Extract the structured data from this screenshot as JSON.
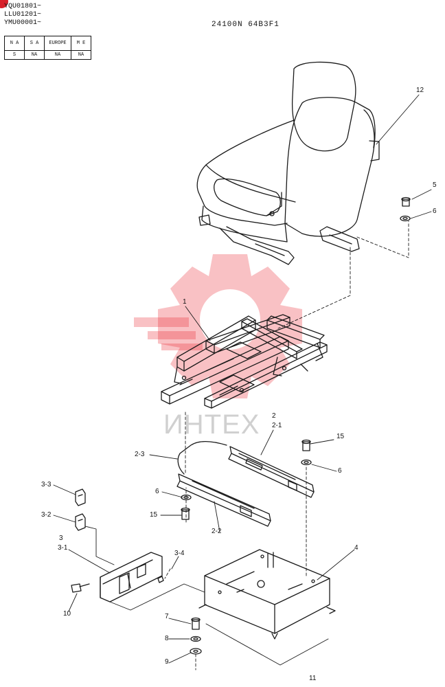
{
  "header": {
    "serials": [
      "YQU01801~",
      "LLU01201~",
      "YMU00001~"
    ],
    "drawing_code": "24100N 64B3F1"
  },
  "applicability_table": {
    "headers": [
      "N A",
      "S A",
      "EUROPE",
      "M E"
    ],
    "values": [
      "S",
      "NA",
      "NA",
      "NA"
    ]
  },
  "watermark": {
    "text": "ИНТЕХ",
    "color": "#e8202a"
  },
  "parts": {
    "p1": "1",
    "p2": "2",
    "p2_1": "2-1",
    "p2_2": "2-2",
    "p2_3": "2-3",
    "p3": "3",
    "p3_1": "3-1",
    "p3_2": "3-2",
    "p3_3": "3-3",
    "p3_4": "3-4",
    "p4": "4",
    "p5": "5",
    "p6a": "6",
    "p6b": "6",
    "p6c": "6",
    "p7": "7",
    "p8": "8",
    "p9": "9",
    "p10": "10",
    "p11": "11",
    "p12": "12",
    "p15a": "15",
    "p15b": "15"
  }
}
